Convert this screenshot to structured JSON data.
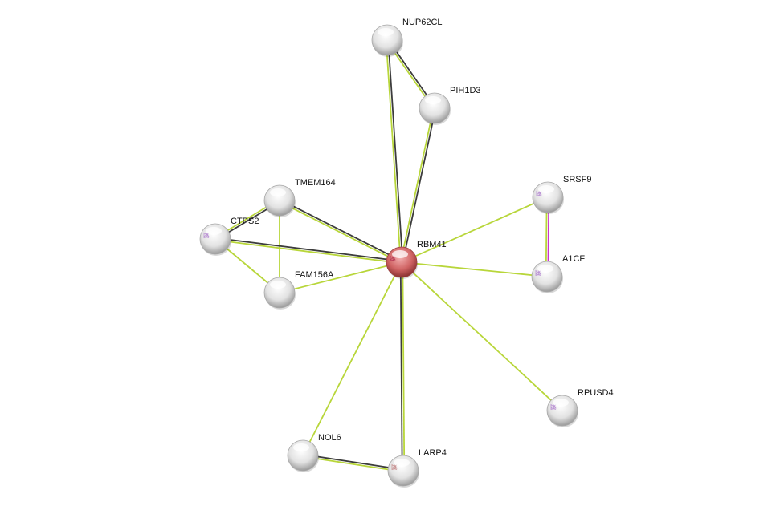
{
  "colors": {
    "green": "#b8d63a",
    "black": "#3c3c3c",
    "magenta": "#cc33cc",
    "query": "#c94c4c",
    "node": "#e6e6e6"
  },
  "nodes": [
    {
      "id": "NUP62CL",
      "label": "NUP62CL",
      "query": false,
      "structure": false
    },
    {
      "id": "PIH1D3",
      "label": "PIH1D3",
      "query": false,
      "structure": false
    },
    {
      "id": "TMEM164",
      "label": "TMEM164",
      "query": false,
      "structure": false
    },
    {
      "id": "CTPS2",
      "label": "CTPS2",
      "query": false,
      "structure": true
    },
    {
      "id": "FAM156A",
      "label": "FAM156A",
      "query": false,
      "structure": false
    },
    {
      "id": "RBM41",
      "label": "RBM41",
      "query": true,
      "structure": true
    },
    {
      "id": "SRSF9",
      "label": "SRSF9",
      "query": false,
      "structure": true
    },
    {
      "id": "A1CF",
      "label": "A1CF",
      "query": false,
      "structure": true
    },
    {
      "id": "RPUSD4",
      "label": "RPUSD4",
      "query": false,
      "structure": true
    },
    {
      "id": "NOL6",
      "label": "NOL6",
      "query": false,
      "structure": false
    },
    {
      "id": "LARP4",
      "label": "LARP4",
      "query": false,
      "structure": true
    }
  ],
  "edges": [
    {
      "from": "NUP62CL",
      "to": "PIH1D3",
      "types": [
        "black",
        "green"
      ]
    },
    {
      "from": "NUP62CL",
      "to": "RBM41",
      "types": [
        "black",
        "green"
      ]
    },
    {
      "from": "PIH1D3",
      "to": "RBM41",
      "types": [
        "black",
        "green"
      ]
    },
    {
      "from": "TMEM164",
      "to": "CTPS2",
      "types": [
        "black",
        "green"
      ]
    },
    {
      "from": "TMEM164",
      "to": "RBM41",
      "types": [
        "black",
        "green"
      ]
    },
    {
      "from": "TMEM164",
      "to": "FAM156A",
      "types": [
        "green"
      ]
    },
    {
      "from": "CTPS2",
      "to": "RBM41",
      "types": [
        "black",
        "green"
      ]
    },
    {
      "from": "CTPS2",
      "to": "FAM156A",
      "types": [
        "green"
      ]
    },
    {
      "from": "FAM156A",
      "to": "RBM41",
      "types": [
        "green"
      ]
    },
    {
      "from": "SRSF9",
      "to": "RBM41",
      "types": [
        "green"
      ]
    },
    {
      "from": "SRSF9",
      "to": "A1CF",
      "types": [
        "magenta",
        "green"
      ]
    },
    {
      "from": "A1CF",
      "to": "RBM41",
      "types": [
        "green"
      ]
    },
    {
      "from": "RPUSD4",
      "to": "RBM41",
      "types": [
        "green"
      ]
    },
    {
      "from": "NOL6",
      "to": "RBM41",
      "types": [
        "green"
      ]
    },
    {
      "from": "NOL6",
      "to": "LARP4",
      "types": [
        "black",
        "green"
      ]
    },
    {
      "from": "LARP4",
      "to": "RBM41",
      "types": [
        "black",
        "green"
      ]
    }
  ]
}
